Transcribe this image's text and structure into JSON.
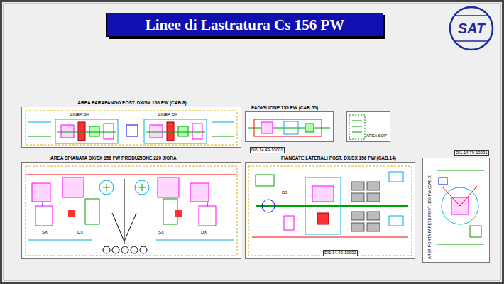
{
  "diagram": {
    "title": "Linee di Lastratura Cs 156 PW",
    "nodes": [
      {
        "text": [
          "SAT"
        ]
      },
      {
        "text": [
          "AREA PARAFANGO POST. DX/SX 156 PW (CAB.8)"
        ]
      },
      {
        "text": [
          "AREA SPIANATA DX/SX 156 PW PRODUZIONE 220 J/ORA"
        ]
      },
      {
        "text": [
          "PADIGLIONE 155 PW (CAB.55)"
        ]
      },
      {
        "text": [
          "AREA SOP"
        ]
      },
      {
        "text": [
          "FIANCATE LATERALI POST. DX/SX 156 PW (CAB.14)"
        ]
      },
      {
        "text": [
          "AREA PORTA PARETE POST. 156 PW (CAB.8)"
        ]
      }
    ],
    "labels": [
      "LINEA SX",
      "LINEA DX",
      "SX",
      "DX",
      "SX",
      "DX",
      "DI1.14.49-10001",
      "DS",
      "DI1.14.49-10002",
      "DI1.14.79-10001"
    ]
  }
}
